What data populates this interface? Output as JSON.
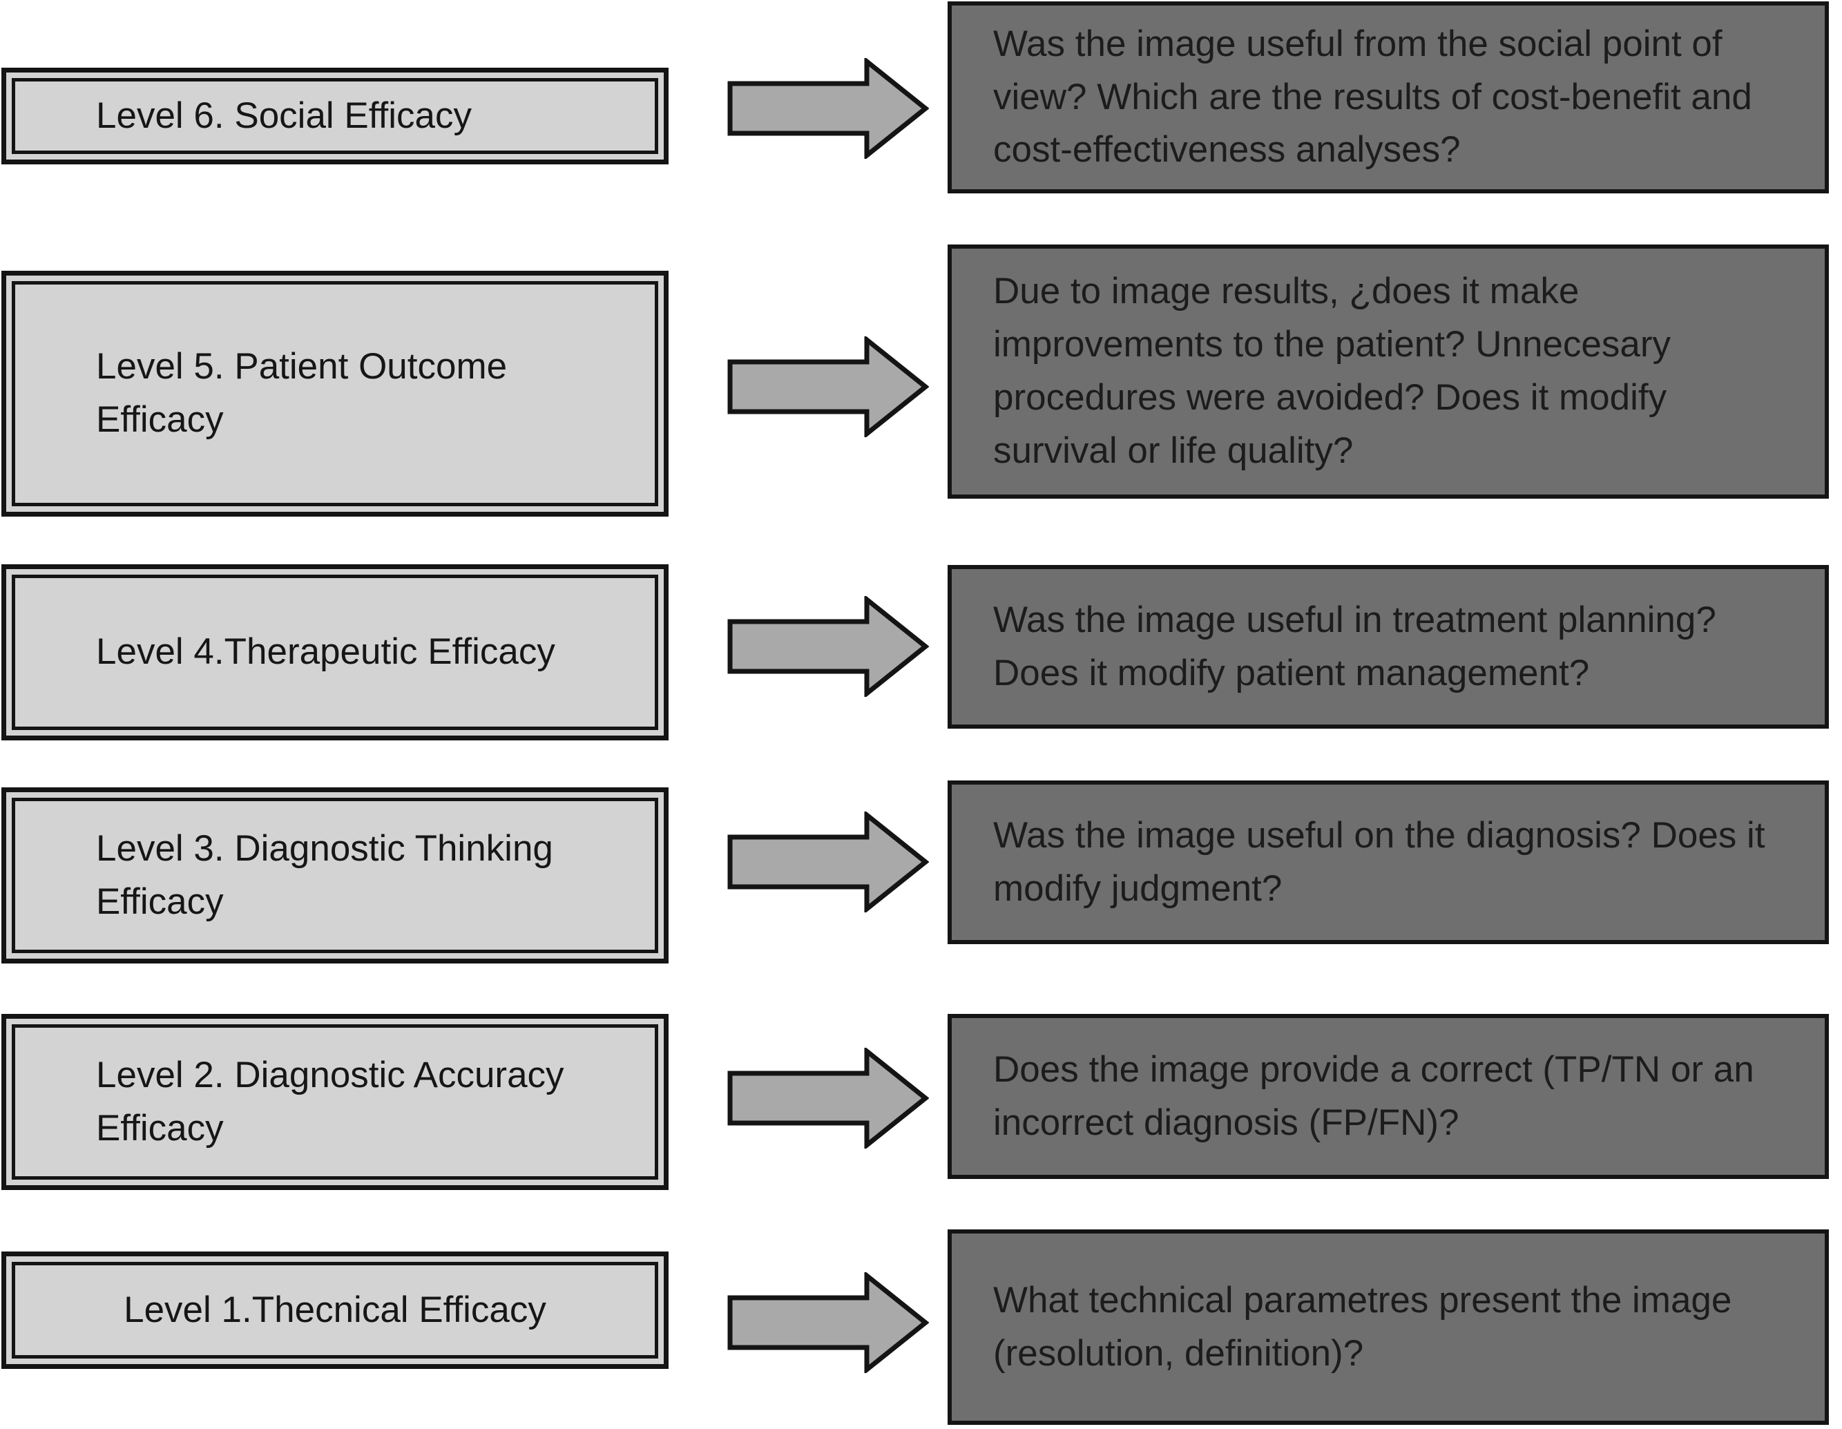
{
  "diagram": {
    "rows": [
      {
        "level": "Level 6. Social Efficacy",
        "question": "Was the image useful from the social point of view? Which are the results of cost-benefit and cost-effectiveness analyses?"
      },
      {
        "level": "Level 5. Patient Outcome Efficacy",
        "question": "Due to image results, ¿does it make improvements to the patient? Unnecesary procedures were avoided? Does it modify survival or life quality?"
      },
      {
        "level": "Level 4.Therapeutic Efficacy",
        "question": "Was the image useful in treatment planning? Does it modify patient management?"
      },
      {
        "level": "Level 3. Diagnostic Thinking Efficacy",
        "question": "Was the image useful on the diagnosis? Does it modify judgment?"
      },
      {
        "level": "Level 2. Diagnostic Accuracy Efficacy",
        "question": "Does the image provide a correct (TP/TN or an incorrect diagnosis (FP/FN)?"
      },
      {
        "level": "Level 1.Thecnical Efficacy",
        "question": "What technical parametres present the image (resolution, definition)?"
      }
    ],
    "colors": {
      "level_box_fill": "#d3d3d3",
      "question_box_fill": "#6f6f6f",
      "arrow_fill": "#a9a9a9",
      "outline": "#141414",
      "text": "#1a1a1a",
      "background": "#ffffff"
    }
  }
}
